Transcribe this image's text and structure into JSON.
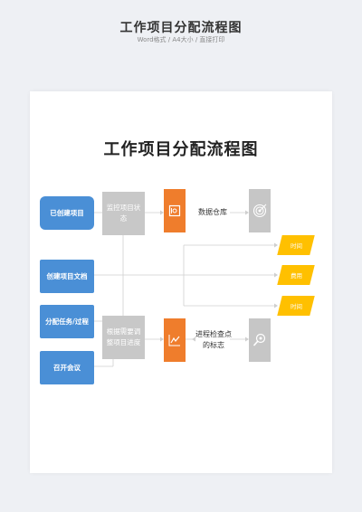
{
  "header": {
    "title": "工作项目分配流程图",
    "subtitle": "Word格式 / A4大小 / 直接打印"
  },
  "diagram": {
    "title": "工作项目分配流程图",
    "nodes": {
      "started": "已创建项目",
      "create_doc": "创建项目文档",
      "assign_task": "分配任务/过程",
      "meeting": "召开会议",
      "monitor": "监控项目状态",
      "adjust": "根据需要调整项目进度",
      "data_repo": "数据仓库",
      "checkpoint": "进程检查点的标志",
      "tag_time": "时间",
      "tag_cost": "费用",
      "tag_time2": "时间"
    }
  },
  "colors": {
    "blue": "#4a8fd6",
    "gray": "#c8c8c8",
    "orange": "#ef7d2c",
    "yellow": "#ffc000"
  }
}
